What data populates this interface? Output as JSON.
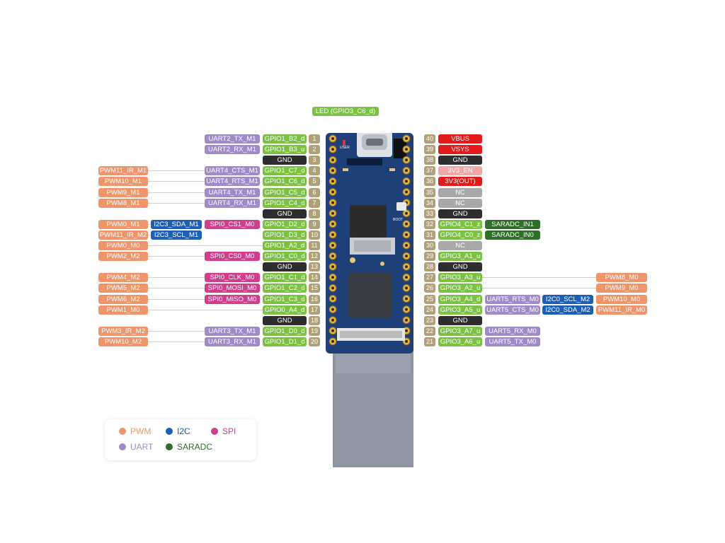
{
  "led_label": "LED (GPIO3_C6_d)",
  "colors": {
    "PWM": "#f0956a",
    "UART": "#a08acb",
    "SPI": "#d23d8e",
    "I2C": "#1d5fb7",
    "GPIO": "#7bc142",
    "SARADC": "#2f6f2a",
    "GND": "#2d2d2d",
    "POWER": "#e21a1a",
    "EN": "#f1a7a7",
    "NC": "#a8a8a8"
  },
  "board": {
    "user_label": "USER",
    "boot_label": "BOOT"
  },
  "left_pins": [
    {
      "num": "1",
      "gpio": "GPIO1_B2_d",
      "cls": "gpio",
      "tags": [
        {
          "t": "UART2_TX_M1",
          "c": "uart"
        }
      ]
    },
    {
      "num": "2",
      "gpio": "GPIO1_B3_u",
      "cls": "gpio",
      "tags": [
        {
          "t": "UART2_RX_M1",
          "c": "uart"
        }
      ]
    },
    {
      "num": "3",
      "gpio": "GND",
      "cls": "gnd",
      "tags": []
    },
    {
      "num": "4",
      "gpio": "GPIO1_C7_d",
      "cls": "gpio",
      "tags": [
        {
          "t": "UART4_CTS_M1",
          "c": "uart"
        },
        {
          "t": "PWM11_IR_M1",
          "c": "pwm",
          "far": true
        }
      ]
    },
    {
      "num": "5",
      "gpio": "GPIO1_C6_d",
      "cls": "gpio",
      "tags": [
        {
          "t": "UART4_RTS_M1",
          "c": "uart"
        },
        {
          "t": "PWM10_M1",
          "c": "pwm",
          "far": true
        }
      ]
    },
    {
      "num": "6",
      "gpio": "GPIO1_C5_d",
      "cls": "gpio",
      "tags": [
        {
          "t": "UART4_TX_M1",
          "c": "uart"
        },
        {
          "t": "PWM9_M1",
          "c": "pwm",
          "far": true
        }
      ]
    },
    {
      "num": "7",
      "gpio": "GPIO1_C4_d",
      "cls": "gpio",
      "tags": [
        {
          "t": "UART4_RX_M1",
          "c": "uart"
        },
        {
          "t": "PWM8_M1",
          "c": "pwm",
          "far": true
        }
      ]
    },
    {
      "num": "8",
      "gpio": "GND",
      "cls": "gnd",
      "tags": []
    },
    {
      "num": "9",
      "gpio": "GPIO1_D2_d",
      "cls": "gpio",
      "tags": [
        {
          "t": "SPI0_CS1_M0",
          "c": "spi"
        },
        {
          "t": "I2C3_SDA_M1",
          "c": "i2c",
          "mid": true
        },
        {
          "t": "PWM0_M1",
          "c": "pwm",
          "far": true
        }
      ]
    },
    {
      "num": "10",
      "gpio": "GPIO1_D3_d",
      "cls": "gpio",
      "tags": [
        {
          "t": "I2C3_SCL_M1",
          "c": "i2c",
          "mid": true
        },
        {
          "t": "PWM11_IR_M2",
          "c": "pwm",
          "far": true
        }
      ]
    },
    {
      "num": "11",
      "gpio": "GPIO1_A2_d",
      "cls": "gpio",
      "tags": [
        {
          "t": "PWM0_M0",
          "c": "pwm",
          "far": true
        }
      ]
    },
    {
      "num": "12",
      "gpio": "GPIO1_C0_d",
      "cls": "gpio",
      "tags": [
        {
          "t": "SPI0_CS0_M0",
          "c": "spi"
        },
        {
          "t": "PWM2_M2",
          "c": "pwm",
          "far": true
        }
      ]
    },
    {
      "num": "13",
      "gpio": "GND",
      "cls": "gnd",
      "tags": []
    },
    {
      "num": "14",
      "gpio": "GPIO1_C1_d",
      "cls": "gpio",
      "tags": [
        {
          "t": "SPI0_CLK_M0",
          "c": "spi"
        },
        {
          "t": "PWM4_M2",
          "c": "pwm",
          "far": true
        }
      ]
    },
    {
      "num": "15",
      "gpio": "GPIO1_C2_d",
      "cls": "gpio",
      "tags": [
        {
          "t": "SPI0_MOSI_M0",
          "c": "spi"
        },
        {
          "t": "PWM5_M2",
          "c": "pwm",
          "far": true
        }
      ]
    },
    {
      "num": "16",
      "gpio": "GPIO1_C3_d",
      "cls": "gpio",
      "tags": [
        {
          "t": "SPI0_MISO_M0",
          "c": "spi"
        },
        {
          "t": "PWM6_M2",
          "c": "pwm",
          "far": true
        }
      ]
    },
    {
      "num": "17",
      "gpio": "GPIO0_A4_d",
      "cls": "gpio",
      "tags": [
        {
          "t": "PWM1_M0",
          "c": "pwm",
          "far": true
        }
      ]
    },
    {
      "num": "18",
      "gpio": "GND",
      "cls": "gnd",
      "tags": []
    },
    {
      "num": "19",
      "gpio": "GPIO1_D0_d",
      "cls": "gpio",
      "tags": [
        {
          "t": "UART3_TX_M1",
          "c": "uart"
        },
        {
          "t": "PWM3_IR_M2",
          "c": "pwm",
          "far": true
        }
      ]
    },
    {
      "num": "20",
      "gpio": "GPIO1_D1_d",
      "cls": "gpio",
      "tags": [
        {
          "t": "UART3_RX_M1",
          "c": "uart"
        },
        {
          "t": "PWM10_M2",
          "c": "pwm",
          "far": true
        }
      ]
    }
  ],
  "right_pins": [
    {
      "num": "40",
      "gpio": "VBUS",
      "cls": "pwr",
      "tags": []
    },
    {
      "num": "39",
      "gpio": "VSYS",
      "cls": "pwr",
      "tags": []
    },
    {
      "num": "38",
      "gpio": "GND",
      "cls": "gnd",
      "tags": []
    },
    {
      "num": "37",
      "gpio": "3V3_EN",
      "cls": "en",
      "tags": []
    },
    {
      "num": "36",
      "gpio": "3V3(OUT)",
      "cls": "pwr",
      "tags": []
    },
    {
      "num": "35",
      "gpio": "NC",
      "cls": "nc",
      "tags": []
    },
    {
      "num": "34",
      "gpio": "NC",
      "cls": "nc",
      "tags": []
    },
    {
      "num": "33",
      "gpio": "GND",
      "cls": "gnd",
      "tags": []
    },
    {
      "num": "32",
      "gpio": "GPIO4_C1_z",
      "cls": "gpio",
      "tags": [
        {
          "t": "SARADC_IN1",
          "c": "adc"
        }
      ]
    },
    {
      "num": "31",
      "gpio": "GPIO4_C0_z",
      "cls": "gpio",
      "tags": [
        {
          "t": "SARADC_IN0",
          "c": "adc"
        }
      ]
    },
    {
      "num": "30",
      "gpio": "NC",
      "cls": "nc",
      "tags": []
    },
    {
      "num": "29",
      "gpio": "GPIO3_A1_u",
      "cls": "gpio",
      "tags": []
    },
    {
      "num": "28",
      "gpio": "GND",
      "cls": "gnd",
      "tags": []
    },
    {
      "num": "27",
      "gpio": "GPIO3_A3_u",
      "cls": "gpio",
      "tags": [
        {
          "t": "PWM8_M0",
          "c": "pwm",
          "far": true
        }
      ]
    },
    {
      "num": "26",
      "gpio": "GPIO3_A2_u",
      "cls": "gpio",
      "tags": [
        {
          "t": "PWM9_M0",
          "c": "pwm",
          "far": true
        }
      ]
    },
    {
      "num": "25",
      "gpio": "GPIO3_A4_d",
      "cls": "gpio",
      "tags": [
        {
          "t": "UART5_RTS_M0",
          "c": "uart"
        },
        {
          "t": "I2C0_SCL_M2",
          "c": "i2c",
          "mid": true
        },
        {
          "t": "PWM10_M0",
          "c": "pwm",
          "far": true
        }
      ]
    },
    {
      "num": "24",
      "gpio": "GPIO3_A5_u",
      "cls": "gpio",
      "tags": [
        {
          "t": "UART5_CTS_M0",
          "c": "uart"
        },
        {
          "t": "I2C0_SDA_M2",
          "c": "i2c",
          "mid": true
        },
        {
          "t": "PWM11_IR_M0",
          "c": "pwm",
          "far": true
        }
      ]
    },
    {
      "num": "23",
      "gpio": "GND",
      "cls": "gnd",
      "tags": []
    },
    {
      "num": "22",
      "gpio": "GPIO3_A7_u",
      "cls": "gpio",
      "tags": [
        {
          "t": "UART5_RX_M0",
          "c": "uart"
        }
      ]
    },
    {
      "num": "21",
      "gpio": "GPIO3_A6_u",
      "cls": "gpio",
      "tags": [
        {
          "t": "UART5_TX_M0",
          "c": "uart"
        }
      ]
    }
  ],
  "legend": [
    {
      "label": "PWM",
      "c": "pwm"
    },
    {
      "label": "I2C",
      "c": "i2c"
    },
    {
      "label": "SPI",
      "c": "spi"
    },
    {
      "label": "UART",
      "c": "uart"
    },
    {
      "label": "SARADC",
      "c": "adc"
    }
  ]
}
